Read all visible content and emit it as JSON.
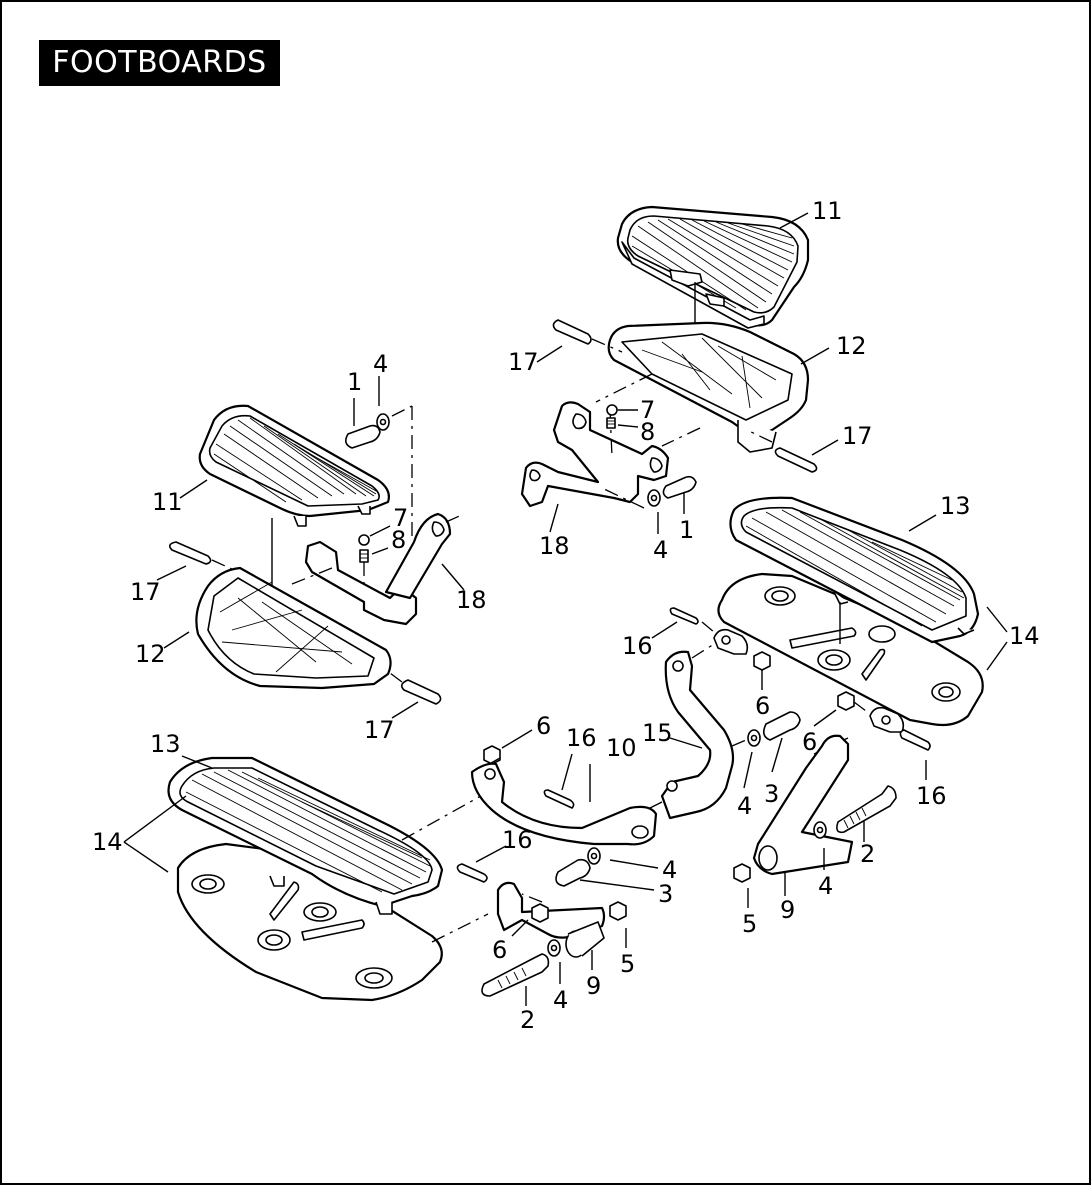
{
  "title": "FOOTBOARDS",
  "colors": {
    "ink": "#000000",
    "paper": "#ffffff"
  },
  "callouts": {
    "c1a": "1",
    "c4a": "4",
    "c11a": "11",
    "c7a": "7",
    "c8a": "8",
    "c17a": "17",
    "c12a": "12",
    "c18a": "18",
    "c17b": "17",
    "c11b": "11",
    "c17c": "17",
    "c12b": "12",
    "c7b": "7",
    "c8b": "8",
    "c17d": "17",
    "c18b": "18",
    "c4b": "4",
    "c1b": "1",
    "c13a": "13",
    "c14a": "14",
    "c16a": "16",
    "c6a": "6",
    "c15": "15",
    "c6b": "6",
    "c3a": "3",
    "c4c": "4",
    "c16b": "16",
    "c2a": "2",
    "c4d": "4",
    "c9a": "9",
    "c5a": "5",
    "c13b": "13",
    "c14b": "14",
    "c6c": "6",
    "c16c": "16",
    "c10": "10",
    "c16d": "16",
    "c4e": "4",
    "c3b": "3",
    "c6d": "6",
    "c5b": "5",
    "c9b": "9",
    "c4f": "4",
    "c2b": "2"
  }
}
